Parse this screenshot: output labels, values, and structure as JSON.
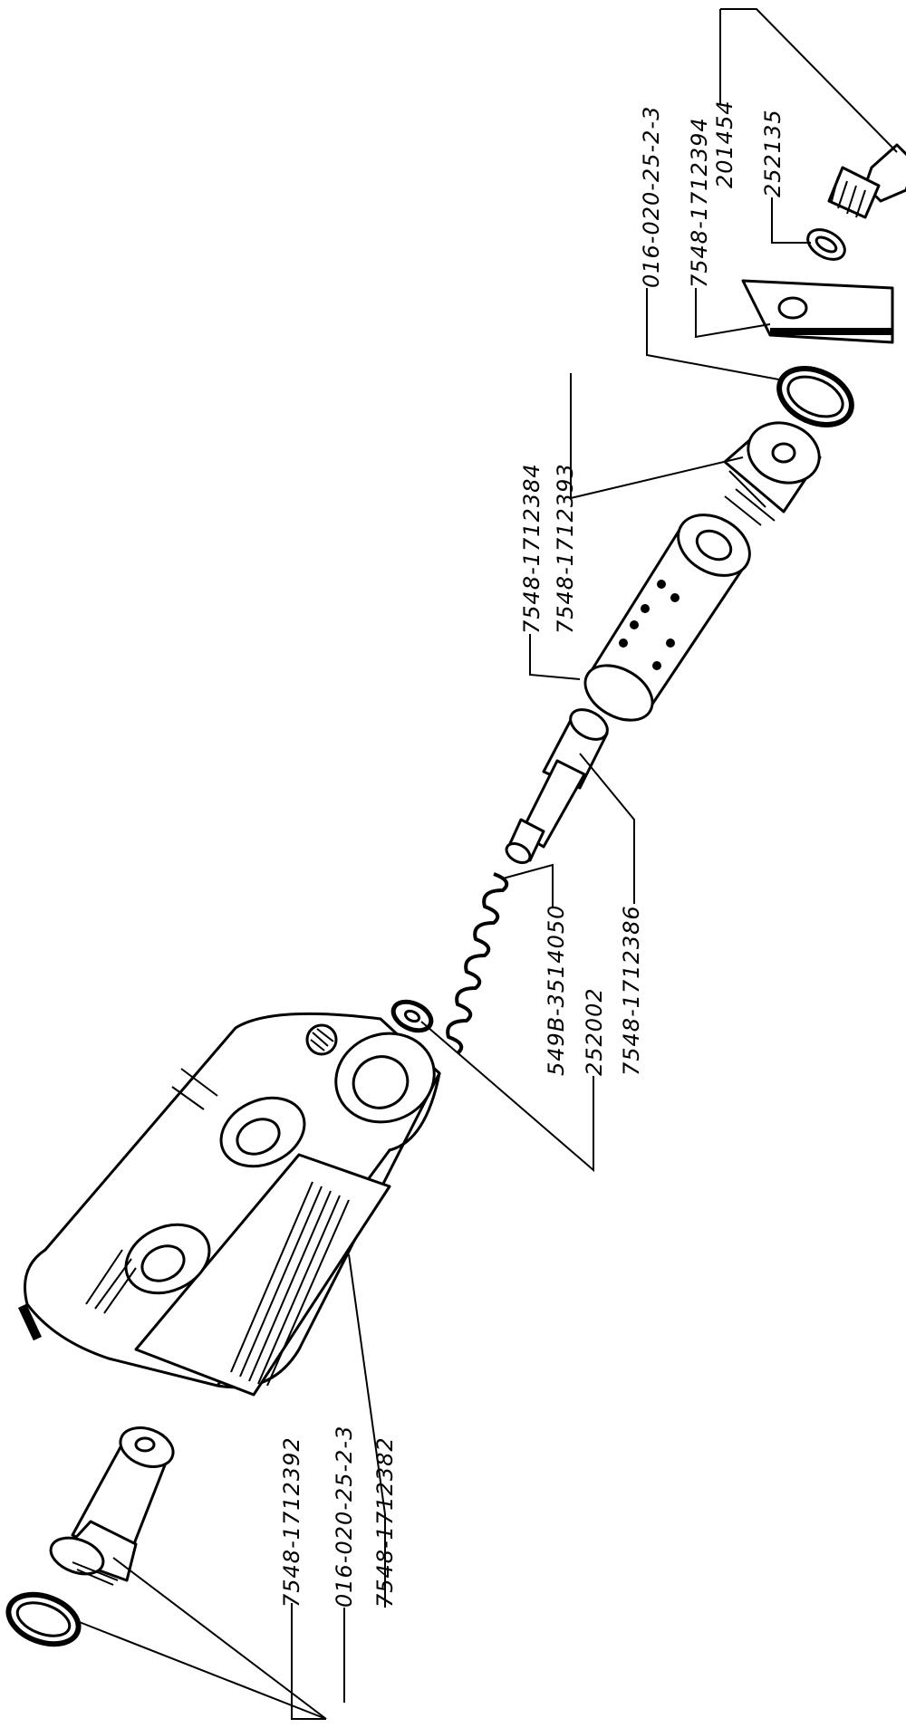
{
  "callouts": {
    "gasket_top": "016-020-25-2-3",
    "plate": "7548-1712394",
    "bolt": "201454",
    "lock_washer": "252135",
    "sleeve_a": "7548-1712384",
    "sleeve_b": "7548-1712393",
    "spring": "549B-3514050",
    "washer": "252002",
    "plunger": "7548-1712386",
    "plug_bottom": "7548-1712392",
    "gasket_bottom": "016-020-25-2-3",
    "body": "7548-1712382"
  },
  "colors": {
    "ink": "#000000",
    "paper": "#ffffff"
  }
}
